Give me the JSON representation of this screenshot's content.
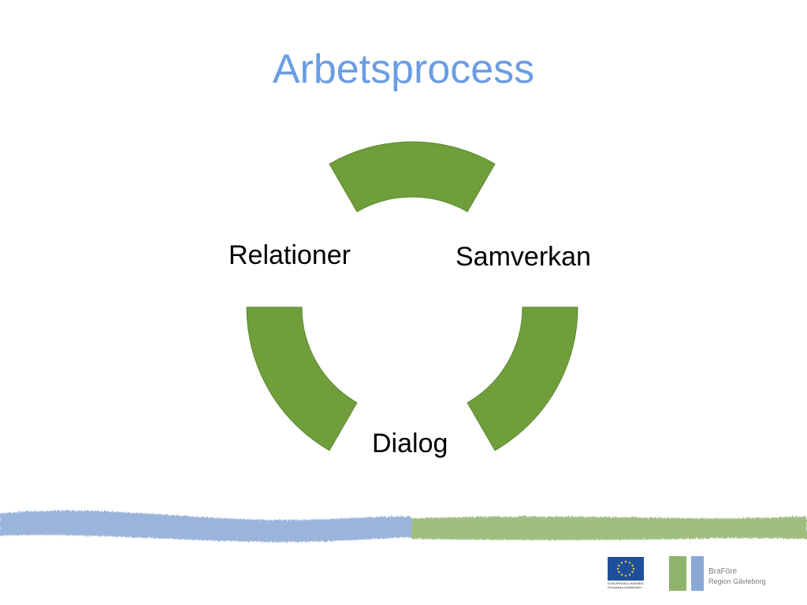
{
  "slide": {
    "title": "Arbetsprocess"
  },
  "diagram": {
    "type": "cycle",
    "segment_color": "#6f9e3b",
    "steps": [
      "Relationer",
      "Samverkan",
      "Dialog"
    ]
  },
  "footer": {
    "band_colors": {
      "left": "#8aa8d6",
      "right": "#8fb36b"
    },
    "logos": {
      "eu": {
        "icon": "eu-flag-icon",
        "caption": "EUROPEISKA UNIONEN Europeiska socialfonden"
      },
      "brafore": {
        "name": "BraFöre",
        "region": "Region Gävleborg"
      }
    }
  }
}
